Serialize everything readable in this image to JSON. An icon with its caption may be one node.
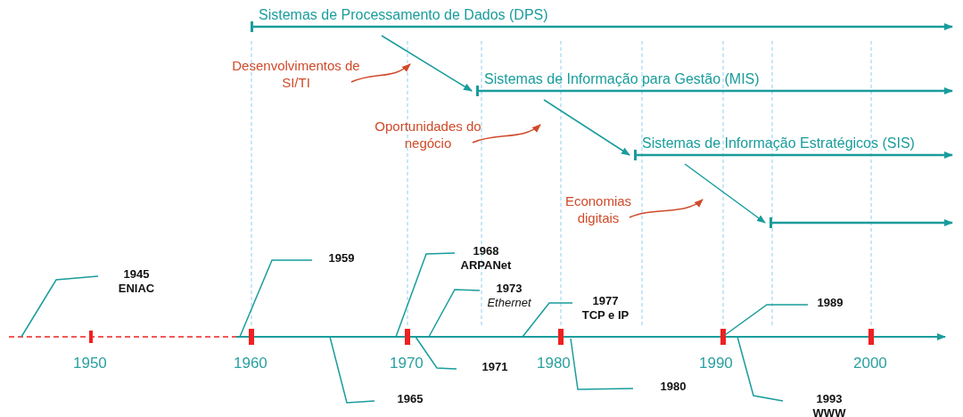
{
  "diagram": {
    "nodes": [
      {
        "text": [
          "Sistemas de Processamento de Dados (DPS)"
        ]
      },
      {
        "text": [
          "Sistemas de Informação para Gestão (MIS)"
        ]
      },
      {
        "text": [
          "Sistemas de Informação Estratégicos (SIS)"
        ]
      },
      {
        "text": [],
        "shape": "bar"
      },
      {
        "text": [
          "Desenvolvimentos de SI/TI"
        ]
      },
      {
        "text": [
          "Oportunidades do negócio"
        ]
      },
      {
        "text": [
          "Economias digitais"
        ]
      },
      {
        "text": [
          "1945",
          "ENIAC"
        ]
      },
      {
        "text": [
          "1959"
        ]
      },
      {
        "text": [
          "1965"
        ]
      },
      {
        "text": [
          "1968",
          "ARPANet"
        ]
      },
      {
        "text": [
          "1971"
        ]
      },
      {
        "text": [
          "1973",
          "*Ethernet*"
        ]
      },
      {
        "text": [
          "1977",
          "TCP e IP"
        ]
      },
      {
        "text": [
          "1980"
        ]
      },
      {
        "text": [
          "1989"
        ]
      },
      {
        "text": [
          "1993",
          "WWW"
        ]
      }
    ],
    "edges": [
      {
        "from": 0,
        "to": 1,
        "arrow": "to"
      },
      {
        "from": 1,
        "to": 2,
        "arrow": "to"
      },
      {
        "from": 2,
        "to": 3,
        "arrow": "to"
      },
      {
        "from": 4,
        "to": null,
        "arrow": "to",
        "color": "#d04a2a"
      },
      {
        "from": 5,
        "to": null,
        "arrow": "to",
        "color": "#d04a2a"
      },
      {
        "from": 6,
        "to": null,
        "arrow": "to",
        "color": "#d04a2a"
      },
      {
        "from": 7,
        "to": null,
        "arrow": "none"
      },
      {
        "from": 8,
        "to": null,
        "arrow": "none"
      },
      {
        "from": 9,
        "to": null,
        "arrow": "none"
      },
      {
        "from": 10,
        "to": null,
        "arrow": "none"
      },
      {
        "from": 11,
        "to": null,
        "arrow": "none"
      },
      {
        "from": 12,
        "to": null,
        "arrow": "none"
      },
      {
        "from": 13,
        "to": null,
        "arrow": "none"
      },
      {
        "from": 14,
        "to": null,
        "arrow": "none"
      },
      {
        "from": 15,
        "to": null,
        "arrow": "none"
      },
      {
        "from": 16,
        "to": null,
        "arrow": "none"
      }
    ],
    "labels": [
      "1950",
      "1960",
      "1970",
      "1980",
      "1990",
      "2000"
    ]
  }
}
